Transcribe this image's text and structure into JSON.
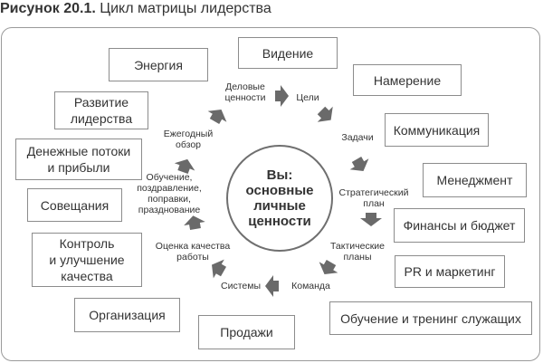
{
  "caption": {
    "number": "Рисунок 20.1.",
    "text": "Цикл матрицы лидерства"
  },
  "center": {
    "text": "Вы:\nосновные\nличные\nценности"
  },
  "cycle_steps": [
    "Деловые\nценности",
    "Цели",
    "Задачи",
    "Стратегический\nплан",
    "Тактические\nпланы",
    "Команда",
    "Системы",
    "Оценка качества\nработы",
    "Обучение,\nпоздравление,\nпоправки,\nпразднование",
    "Ежегодный\nобзор"
  ],
  "boxes": [
    "Видение",
    "Намерение",
    "Коммуникация",
    "Менеджмент",
    "Финансы и бюджет",
    "PR и маркетинг",
    "Обучение и тренинг служащих",
    "Продажи",
    "Организация",
    "Контроль\nи улучшение\nкачества",
    "Совещания",
    "Денежные потоки\nи прибыли",
    "Развитие\nлидерства",
    "Энергия"
  ],
  "colors": {
    "arrow": "#6a6a6a",
    "border": "#8c8c8c",
    "text": "#333333"
  }
}
